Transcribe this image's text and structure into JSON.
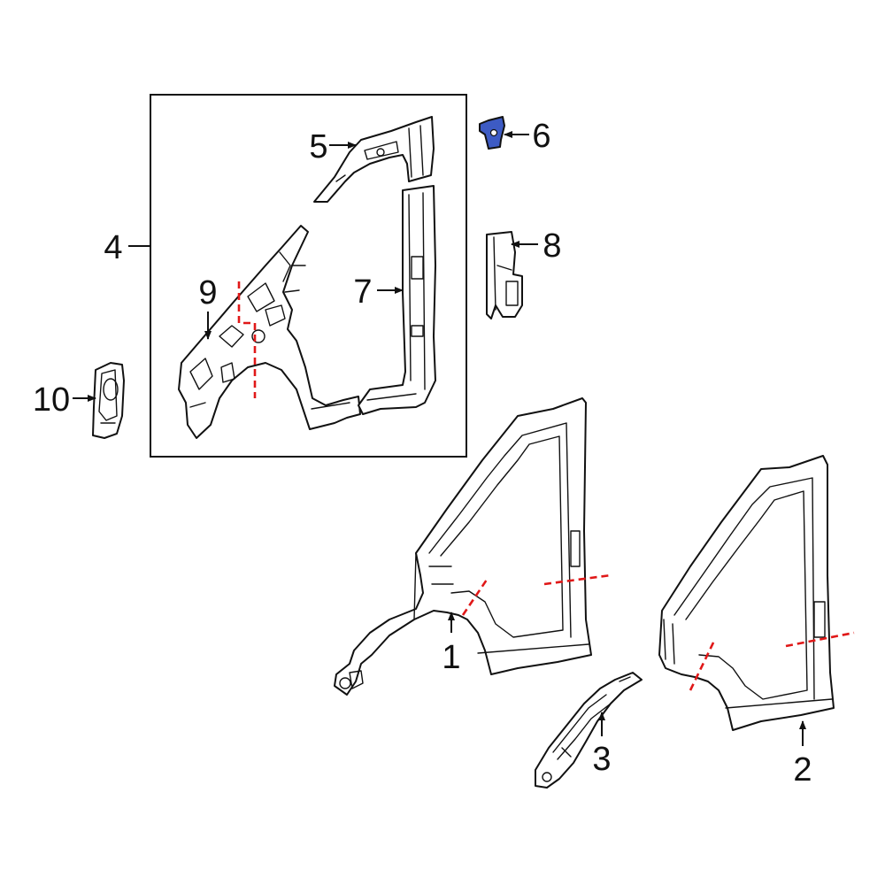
{
  "callouts": {
    "c1": "1",
    "c2": "2",
    "c3": "3",
    "c4": "4",
    "c5": "5",
    "c6": "6",
    "c7": "7",
    "c8": "8",
    "c9": "9",
    "c10": "10"
  },
  "colors": {
    "highlight": "#3d5bc4",
    "cut_line": "#e01818",
    "line": "#111111"
  }
}
